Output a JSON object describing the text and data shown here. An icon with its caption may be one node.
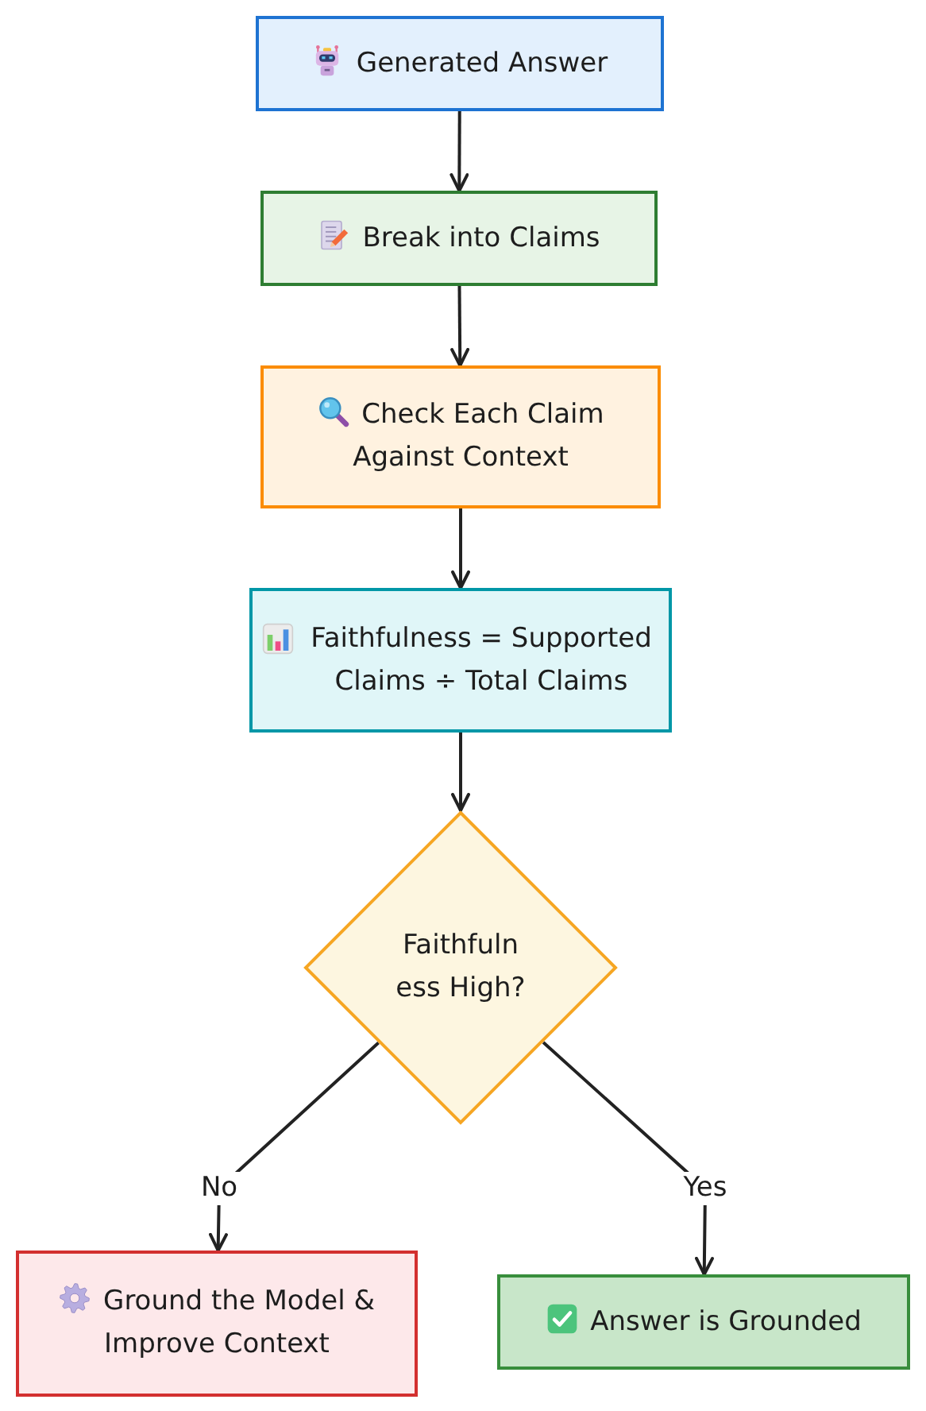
{
  "diagram": {
    "nodes": [
      {
        "text": [
          "Generated Answer"
        ]
      },
      {
        "text": [
          "Break into Claims"
        ]
      },
      {
        "text": [
          "Check Each Claim Against Context"
        ]
      },
      {
        "text": [
          "Faithfulness = Supported Claims ÷ Total Claims"
        ]
      },
      {
        "text": [
          "Faithfulness High?"
        ]
      },
      {
        "text": [
          "Ground the Model & Improve Context"
        ]
      },
      {
        "text": [
          "Answer is Grounded"
        ]
      }
    ],
    "edges": [
      {
        "from": 0,
        "to": 1,
        "arrow": "to"
      },
      {
        "from": 1,
        "to": 2,
        "arrow": "to"
      },
      {
        "from": 2,
        "to": 3,
        "arrow": "to"
      },
      {
        "from": 3,
        "to": 4,
        "arrow": "to"
      },
      {
        "from": 4,
        "to": 5,
        "arrow": "to",
        "label": "No"
      },
      {
        "from": 4,
        "to": 6,
        "arrow": "to",
        "label": "Yes"
      }
    ]
  }
}
